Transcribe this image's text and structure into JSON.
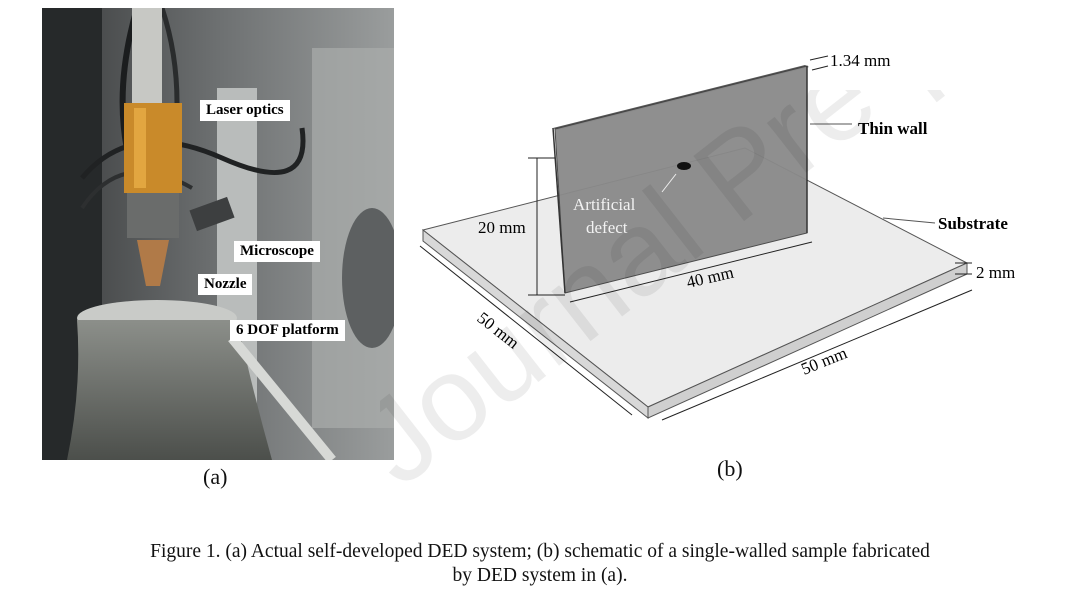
{
  "figure": {
    "panel_a": {
      "tag": "(a)",
      "labels": [
        "Laser optics",
        "Microscope",
        "Nozzle",
        "6 DOF platform"
      ]
    },
    "panel_b": {
      "tag": "(b)",
      "thin_wall": "Thin wall",
      "substrate": "Substrate",
      "defect_line1": "Artificial",
      "defect_line2": "defect",
      "dim_wall_thickness": "1.34 mm",
      "dim_wall_height": "20 mm",
      "dim_wall_length": "40 mm",
      "dim_substrate_thickness": "2 mm",
      "dim_substrate_depth": "50 mm",
      "dim_substrate_width": "50 mm"
    },
    "caption_line1": "Figure 1. (a) Actual self-developed DED system; (b) schematic of a single-walled sample fabricated",
    "caption_line2": "by DED system in (a).",
    "watermark": "Journal Pre-proof"
  }
}
